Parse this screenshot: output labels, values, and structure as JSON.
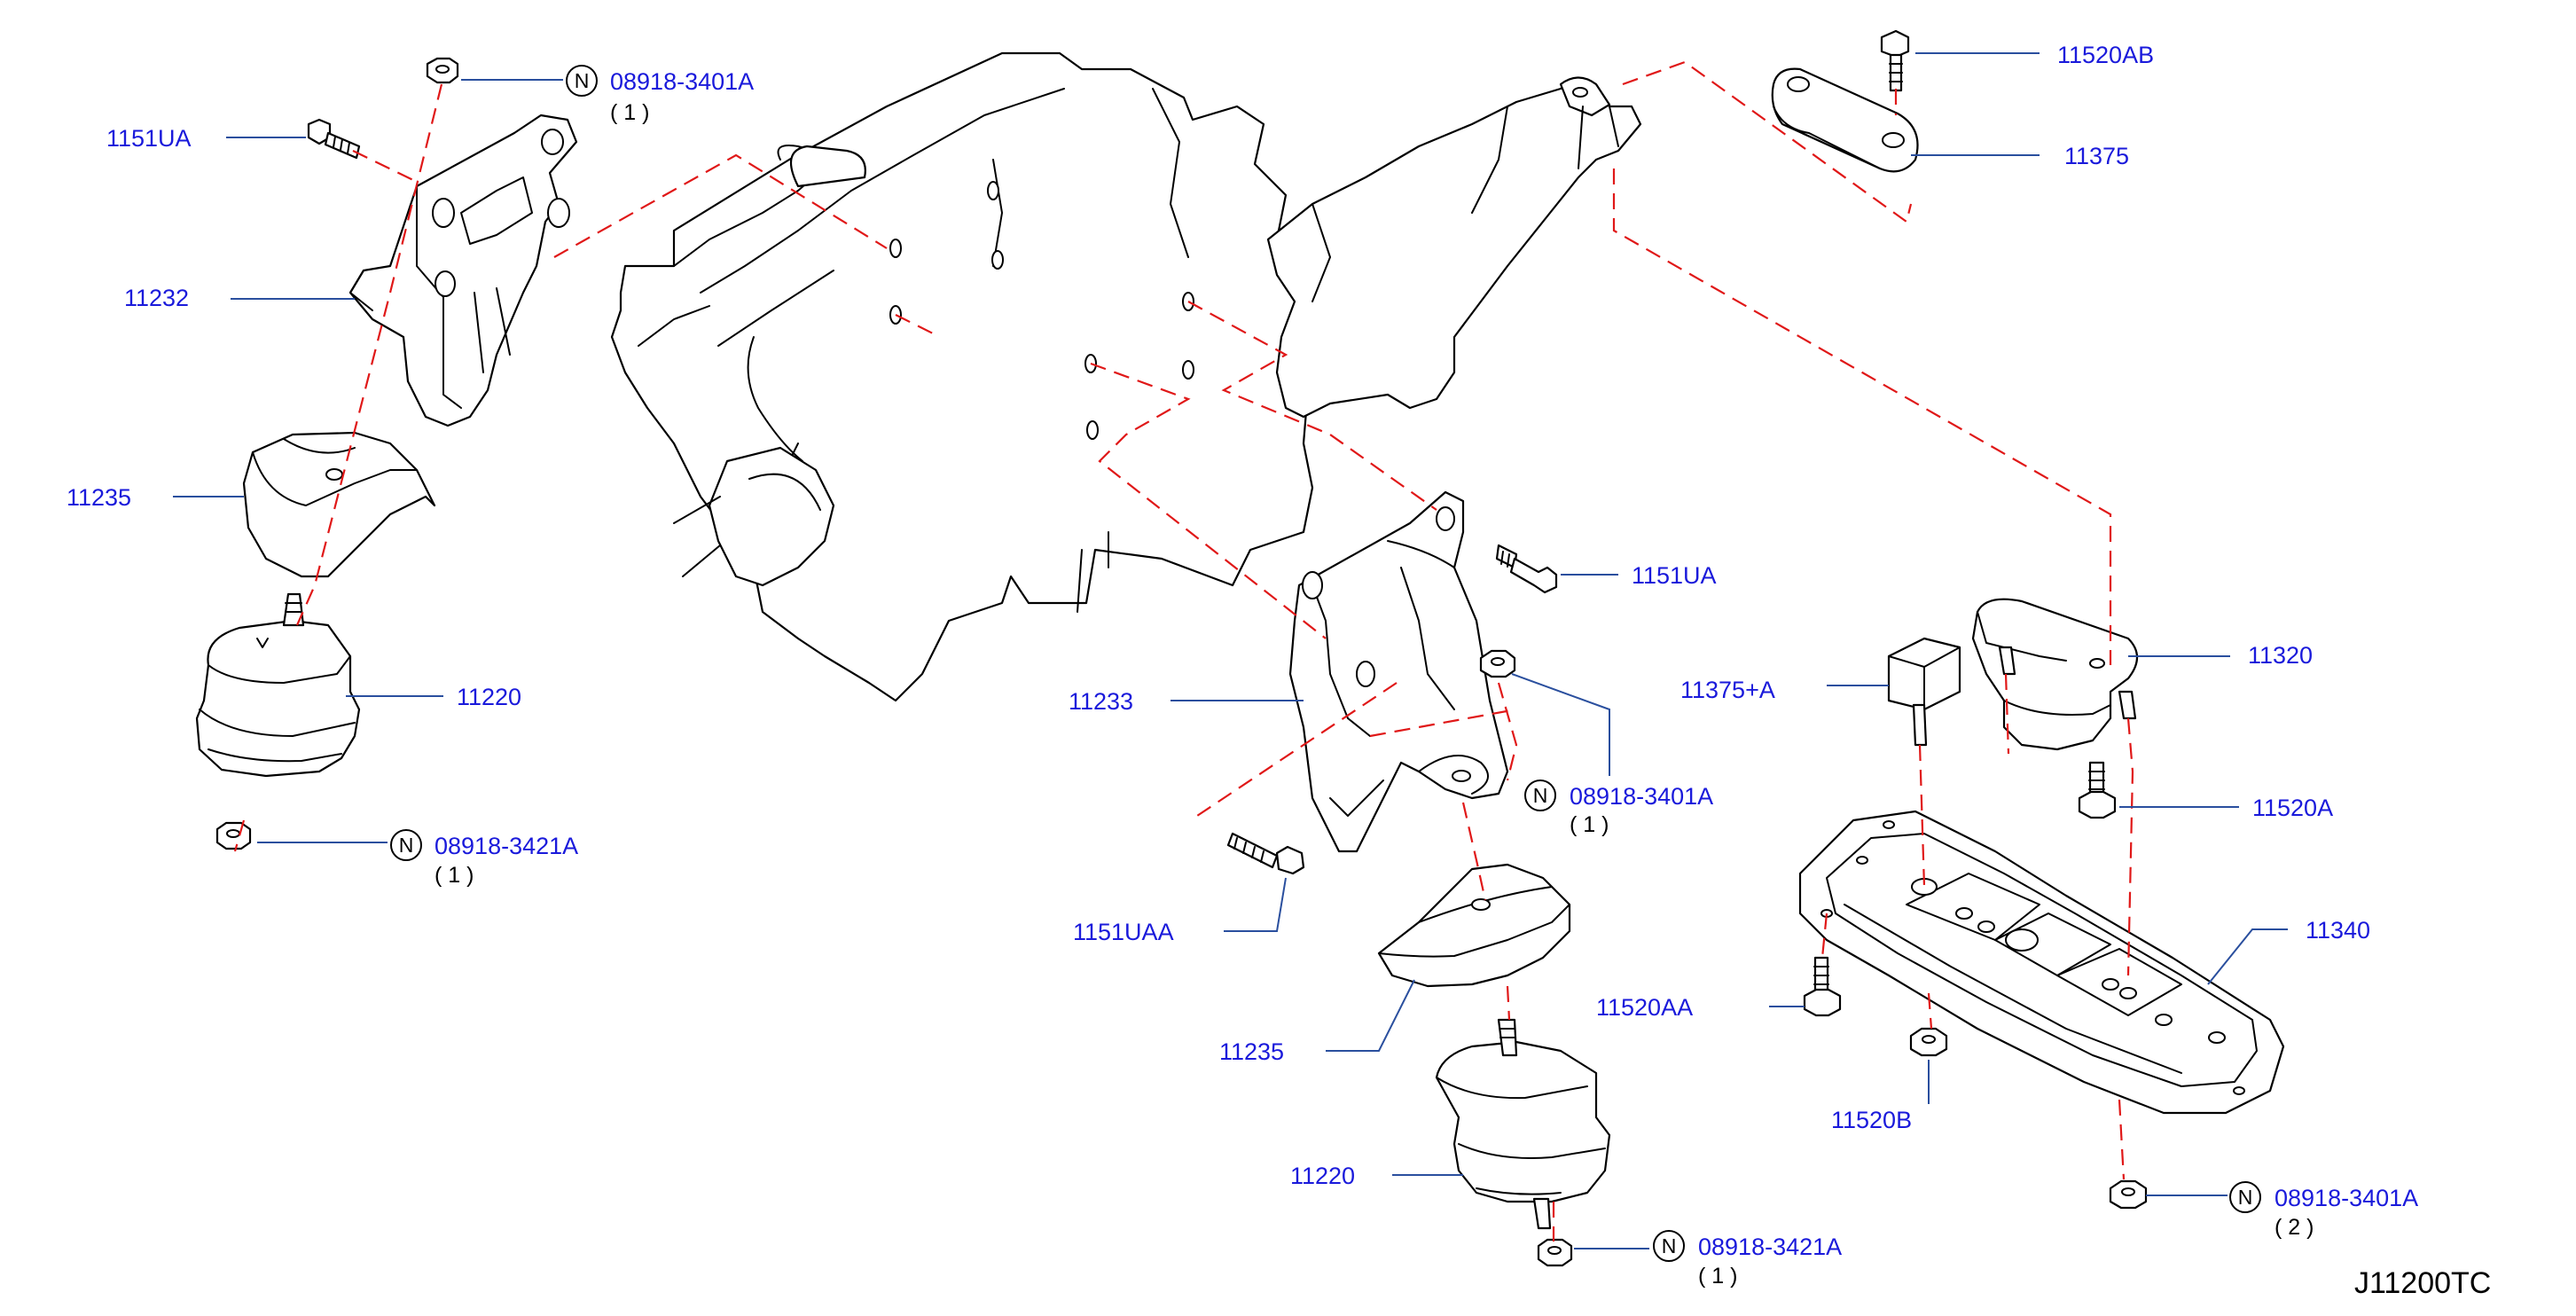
{
  "colors": {
    "label": "#1a1adb",
    "leader": "#2a4f9e",
    "dash": "#e01818",
    "line": "#000000"
  },
  "callouts": [
    {
      "id": "n1",
      "part": "08918-3401A",
      "prefix": "N",
      "qty": "( 1 )"
    },
    {
      "id": "ua1",
      "part": "1151UA"
    },
    {
      "id": "b11232",
      "part": "11232"
    },
    {
      "id": "ins1",
      "part": "11235"
    },
    {
      "id": "mnt1",
      "part": "11220"
    },
    {
      "id": "n2",
      "part": "08918-3421A",
      "prefix": "N",
      "qty": "( 1 )"
    },
    {
      "id": "ab",
      "part": "11520AB"
    },
    {
      "id": "rod",
      "part": "11375"
    },
    {
      "id": "ua2",
      "part": "1151UA"
    },
    {
      "id": "b11233",
      "part": "11233"
    },
    {
      "id": "n3",
      "part": "08918-3401A",
      "prefix": "N",
      "qty": "( 1 )"
    },
    {
      "id": "uaa",
      "part": "1151UAA"
    },
    {
      "id": "ins2",
      "part": "11235"
    },
    {
      "id": "mnt2",
      "part": "11220"
    },
    {
      "id": "n4",
      "part": "08918-3421A",
      "prefix": "N",
      "qty": "( 1 )"
    },
    {
      "id": "plusA",
      "part": "11375+A"
    },
    {
      "id": "rmnt",
      "part": "11320"
    },
    {
      "id": "a520",
      "part": "11520A"
    },
    {
      "id": "mem",
      "part": "11340"
    },
    {
      "id": "aa520",
      "part": "11520AA"
    },
    {
      "id": "b520",
      "part": "11520B"
    },
    {
      "id": "n5",
      "part": "08918-3401A",
      "prefix": "N",
      "qty": "( 2 )"
    }
  ],
  "diagram_code": "J11200TC"
}
